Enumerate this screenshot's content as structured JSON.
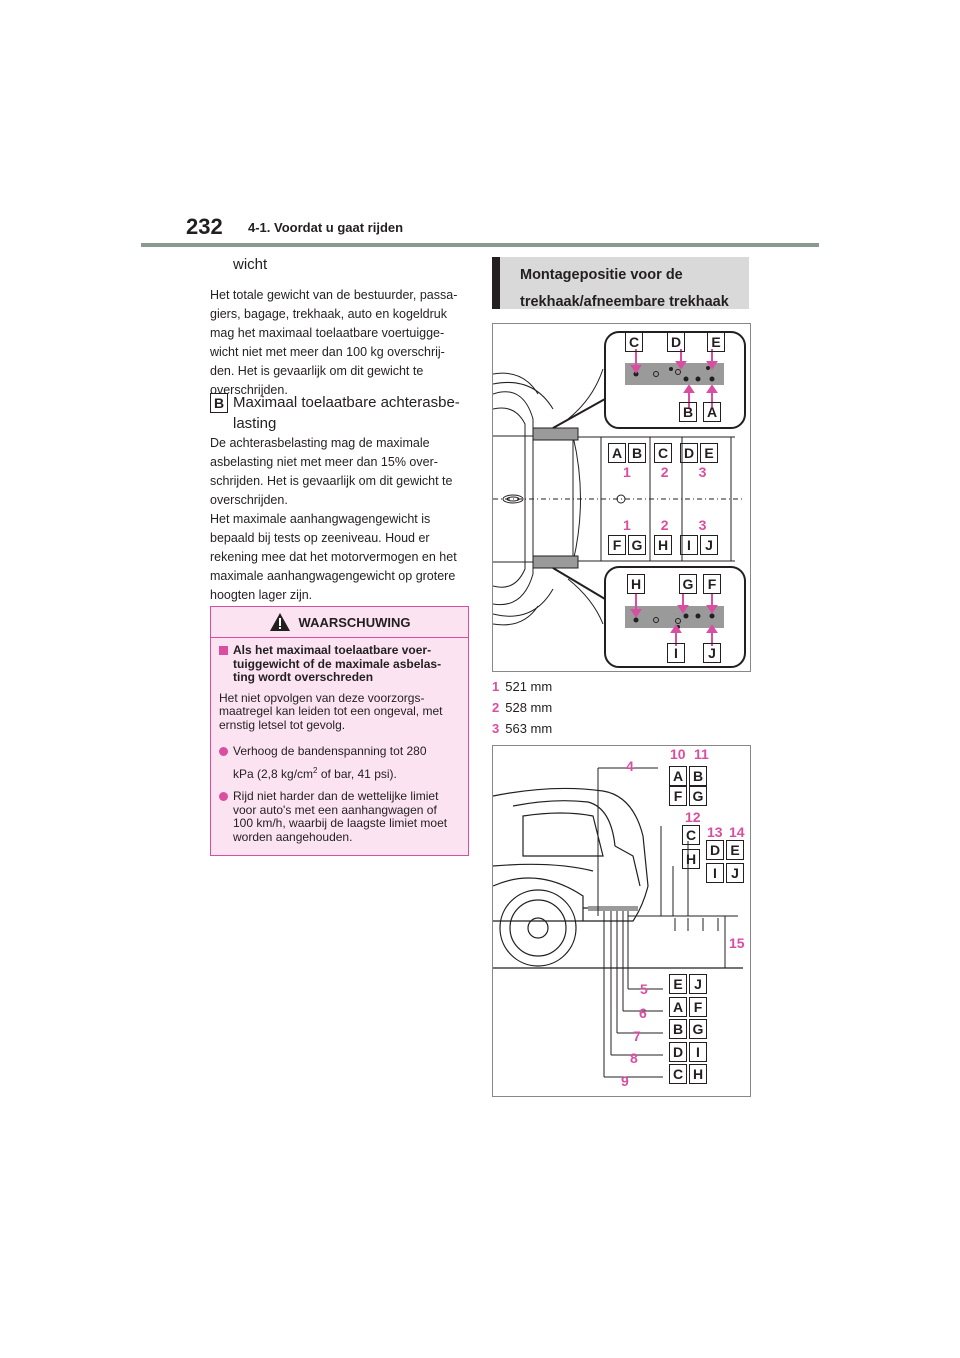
{
  "header": {
    "page_number": "232",
    "section": "4-1. Voordat u gaat rijden"
  },
  "left": {
    "partial_heading": "wicht",
    "p1": [
      "Het totale gewicht van de bestuurder, passa-",
      "giers, bagage, trekhaak, auto en kogeldruk",
      "mag het maximaal toelaatbare voertuigge-",
      "wicht niet met meer dan 100 kg overschrij-",
      "den. Het is gevaarlijk om dit gewicht te",
      "overschrijden."
    ],
    "b_letter": "B",
    "b_heading_1": "Maximaal toelaatbare achterasbe-",
    "b_heading_2": "lasting",
    "p2": [
      "De achterasbelasting mag de maximale",
      "asbelasting niet met meer dan 15% over-",
      "schrijden. Het is gevaarlijk om dit gewicht te",
      "overschrijden."
    ],
    "p3": [
      "Het maximale aanhangwagengewicht is",
      "bepaald bij tests op zeeniveau. Houd er",
      "rekening mee dat het motorvermogen en het",
      "maximale aanhangwagengewicht op grotere",
      "hoogten lager zijn."
    ]
  },
  "warning": {
    "title": "WAARSCHUWING",
    "bold_1": "Als het maximaal toelaatbare voer-",
    "bold_2": "tuiggewicht of de maximale asbelas-",
    "bold_3": "ting wordt overschreden",
    "text_1": "Het niet opvolgen van deze voorzorgs-",
    "text_2": "maatregel kan leiden tot een ongeval, met",
    "text_3": "ernstig letsel tot gevolg.",
    "b1_1": "Verhoog de bandenspanning tot 280",
    "b1_2a": "kPa (2,8 kg/cm",
    "b1_sup": "2",
    "b1_2b": " of bar, 41 psi).",
    "b2_1": "Rijd niet harder dan de wettelijke limiet",
    "b2_2": "voor auto's met een aanhangwagen of",
    "b2_3": "100 km/h, waarbij de laagste limiet moet",
    "b2_4": "worden aangehouden."
  },
  "right": {
    "title_1": "Montagepositie voor de",
    "title_2": "trekhaak/afneembare trekhaak",
    "dims": [
      {
        "n": "1",
        "v": "521 mm"
      },
      {
        "n": "2",
        "v": "528 mm"
      },
      {
        "n": "3",
        "v": "563 mm"
      }
    ]
  },
  "fig1": {
    "top_inset": [
      "C",
      "D",
      "E",
      "B",
      "A"
    ],
    "row1": [
      "A",
      "B",
      "C",
      "D",
      "E"
    ],
    "nums_top": [
      "1",
      "2",
      "3"
    ],
    "nums_bottom": [
      "1",
      "2",
      "3"
    ],
    "row2": [
      "F",
      "G",
      "H",
      "I",
      "J"
    ],
    "bottom_inset": [
      "H",
      "G",
      "F",
      "I",
      "J"
    ]
  },
  "fig2": {
    "n4": "4",
    "n10": "10",
    "n11": "11",
    "n12": "12",
    "n13": "13",
    "n14": "14",
    "n15": "15",
    "n5": "5",
    "n6": "6",
    "n7": "7",
    "n8": "8",
    "n9": "9",
    "pairs_top": [
      [
        "A",
        "B"
      ],
      [
        "F",
        "G"
      ]
    ],
    "c": "C",
    "h": "H",
    "de": [
      "D",
      "E"
    ],
    "ij": [
      "I",
      "J"
    ],
    "pairs_bottom": [
      [
        "E",
        "J"
      ],
      [
        "A",
        "F"
      ],
      [
        "B",
        "G"
      ],
      [
        "D",
        "I"
      ],
      [
        "C",
        "H"
      ]
    ]
  },
  "colors": {
    "accent": "#d94ea1",
    "rule": "#8a9a8f",
    "warning_bg": "#fbe3f1",
    "title_bg": "#d9d9d9"
  }
}
